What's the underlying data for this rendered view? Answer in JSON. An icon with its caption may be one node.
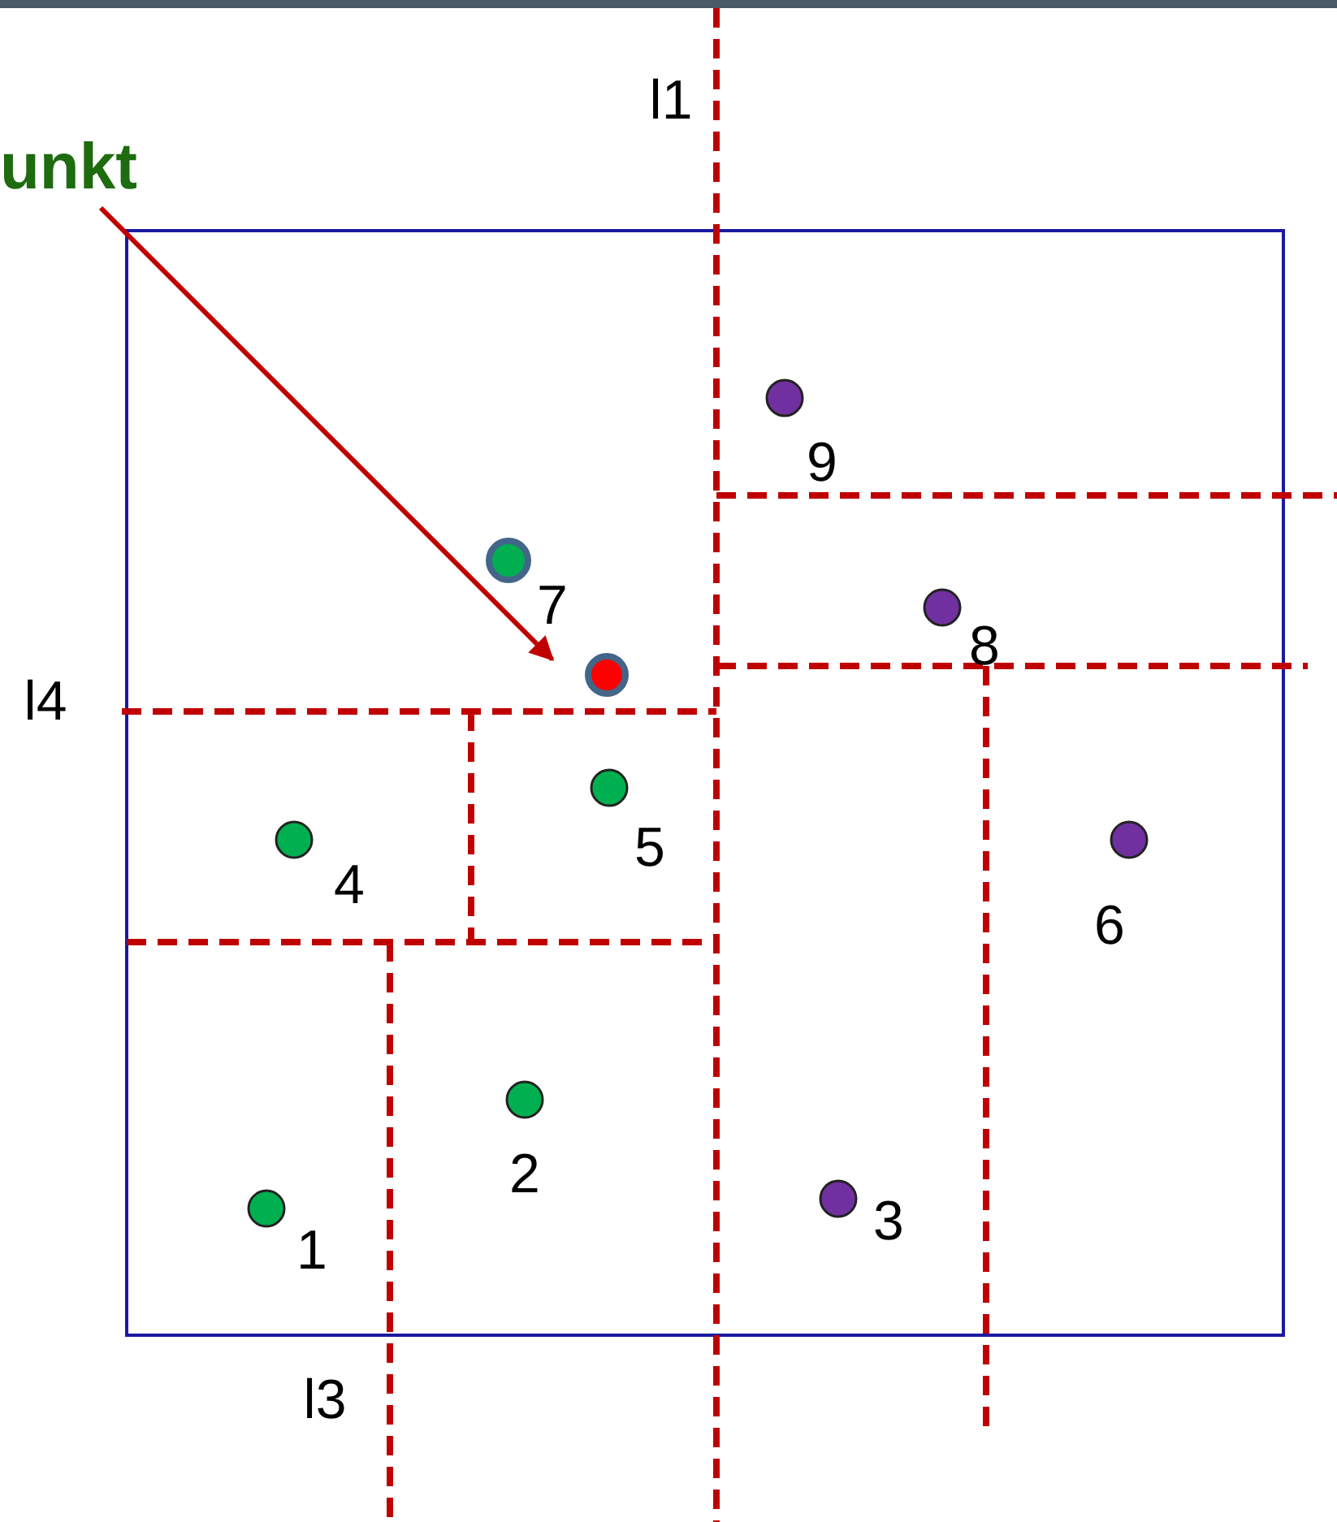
{
  "diagram": {
    "nodes": [
      {
        "text": [
          "unkt"
        ]
      },
      {
        "text": [],
        "shape": "circle"
      }
    ],
    "edges": [
      {
        "from": 0,
        "to": 1,
        "arrow": "to"
      }
    ],
    "labels": [
      "l1",
      "9",
      "7",
      "8",
      "l4",
      "5",
      "4",
      "6",
      "2",
      "3",
      "1",
      "l3"
    ]
  }
}
